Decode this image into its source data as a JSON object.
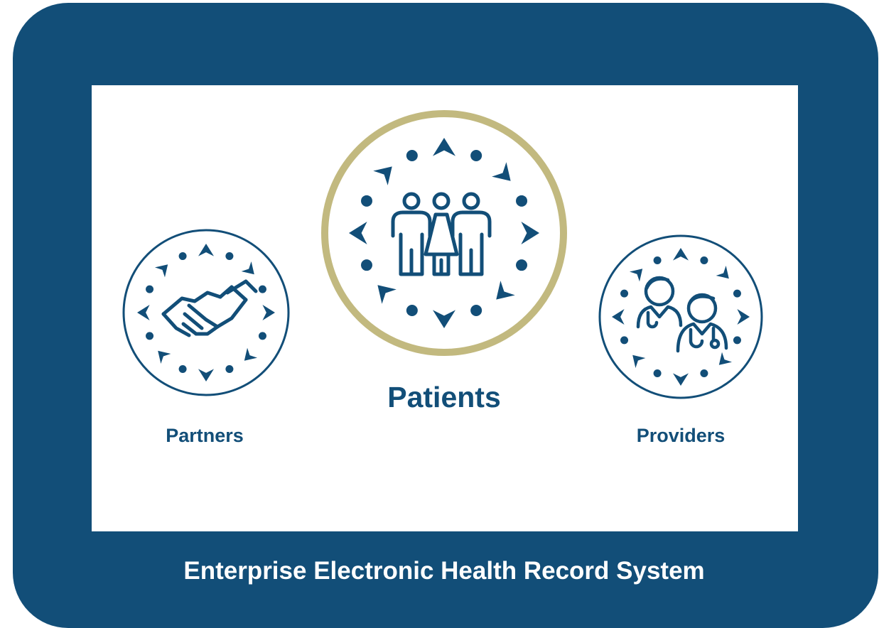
{
  "colors": {
    "frame": "#124e78",
    "panel": "#ffffff",
    "accent_ring": "#c2b97f",
    "icon": "#124e78"
  },
  "hubs": [
    {
      "id": "partners",
      "label": "Partners",
      "icon": "handshake-icon",
      "emphasis": "secondary"
    },
    {
      "id": "patients",
      "label": "Patients",
      "icon": "people-group-icon",
      "emphasis": "primary"
    },
    {
      "id": "providers",
      "label": "Providers",
      "icon": "doctors-icon",
      "emphasis": "secondary"
    }
  ],
  "footer": {
    "title": "Enterprise Electronic Health Record System"
  }
}
